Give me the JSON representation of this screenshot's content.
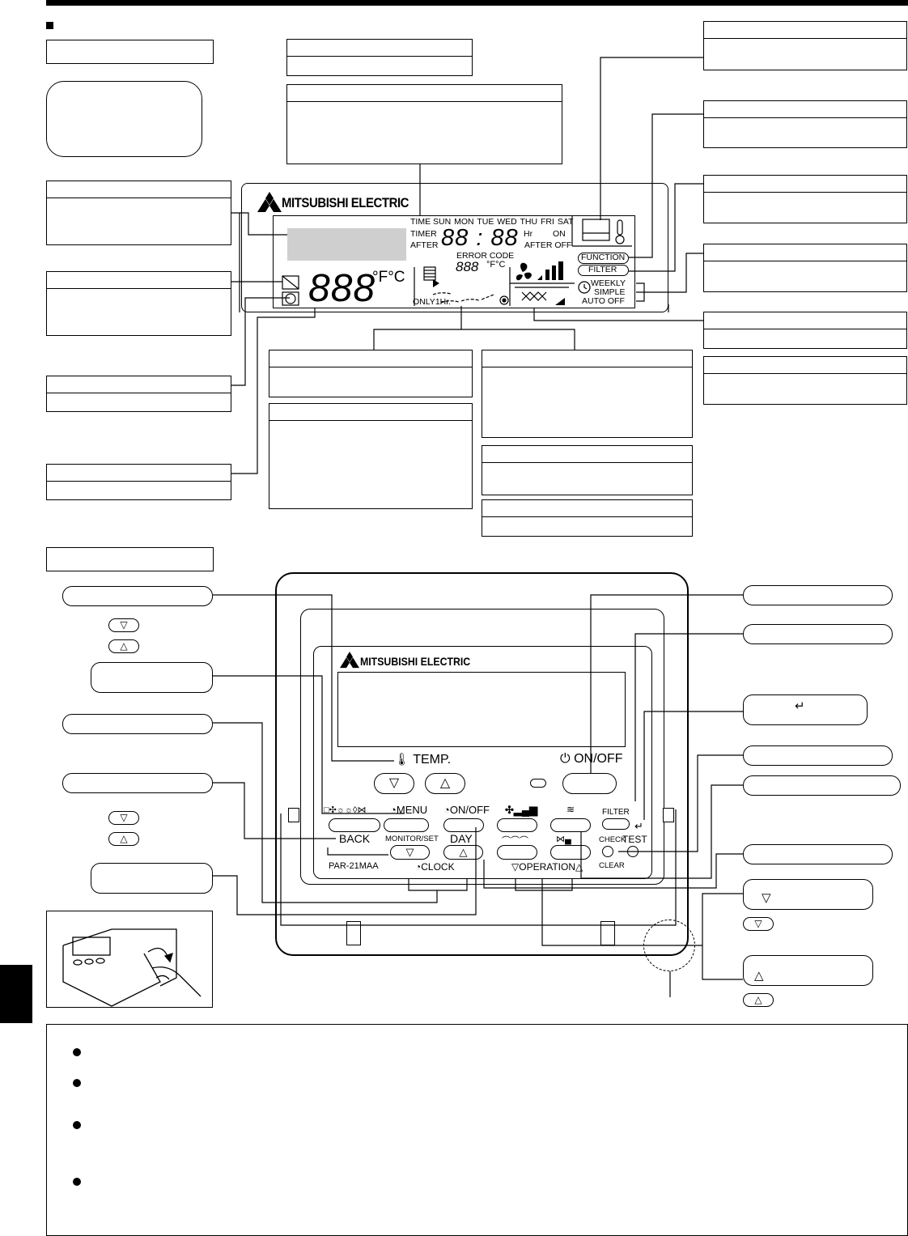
{
  "brand": "MITSUBISHI ELECTRIC",
  "model": "PAR-21MAA",
  "display": {
    "time": "TIME",
    "days": [
      "SUN",
      "MON",
      "TUE",
      "WED",
      "THU",
      "FRI",
      "SAT"
    ],
    "timer": "TIMER",
    "after": "AFTER",
    "hr": "Hr",
    "on": "ON",
    "after_off": "AFTER OFF",
    "error_code": "ERROR CODE",
    "temp_digits": "888",
    "temp_unit": "°F°C",
    "small_digits": "888",
    "small_unit": "°F°C",
    "clock_digits": "88 : 88",
    "function": "FUNCTION",
    "filter": "FILTER",
    "weekly": "WEEKLY",
    "simple": "SIMPLE",
    "auto_off": "AUTO OFF",
    "only1hr": "ONLY1Hr."
  },
  "controller": {
    "temp": "TEMP.",
    "on_off": "ON/OFF",
    "menu": "MENU",
    "timer_on_off": "ON/OFF",
    "back": "BACK",
    "monitor_set": "MONITOR/SET",
    "day": "DAY",
    "clock": "CLOCK",
    "operation": "OPERATION",
    "filter": "FILTER",
    "check": "CHECK",
    "test": "TEST",
    "clear": "CLEAR"
  },
  "symbols": {
    "down": "▽",
    "up": "△"
  }
}
